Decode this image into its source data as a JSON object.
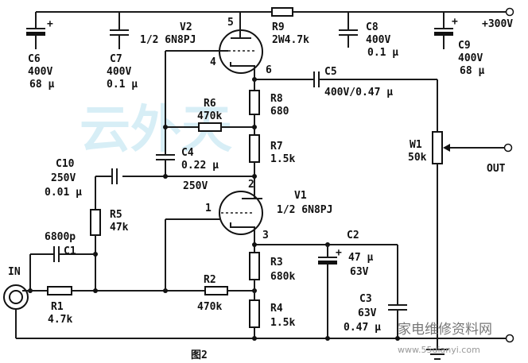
{
  "figure_caption": "图2",
  "watermark": {
    "main": "云外天",
    "corner": "家电维修资料网",
    "url": "www.55dianyi.com"
  },
  "supply": "+300V",
  "terminals": {
    "input": "IN",
    "output": "OUT"
  },
  "tubes": {
    "v2": {
      "ref": "V2",
      "type": "1/2 6N8PJ",
      "pins": {
        "plate": "5",
        "grid": "4",
        "cathode": "6"
      }
    },
    "v1": {
      "ref": "V1",
      "type": "1/2 6N8PJ",
      "pins": {
        "plate": "2",
        "grid": "1",
        "cathode": "3"
      }
    }
  },
  "resistors": {
    "r9": {
      "ref": "R9",
      "value": "2W4.7k"
    },
    "r8": {
      "ref": "R8",
      "value": "680"
    },
    "r7": {
      "ref": "R7",
      "value": "1.5k"
    },
    "r6": {
      "ref": "R6",
      "value": "470k"
    },
    "r5": {
      "ref": "R5",
      "value": "47k"
    },
    "r3": {
      "ref": "R3",
      "value": "680k"
    },
    "r4": {
      "ref": "R4",
      "value": "1.5k"
    },
    "r2": {
      "ref": "R2",
      "value": "470k"
    },
    "r1": {
      "ref": "R1",
      "value": "4.7k"
    },
    "w1": {
      "ref": "W1",
      "value": "50k"
    }
  },
  "capacitors": {
    "c6": {
      "ref": "C6",
      "voltage": "400V",
      "value": "68 μ"
    },
    "c7": {
      "ref": "C7",
      "voltage": "400V",
      "value": "0.1 μ"
    },
    "c8": {
      "ref": "C8",
      "voltage": "400V",
      "value": "0.1 μ"
    },
    "c9": {
      "ref": "C9",
      "voltage": "400V",
      "value": "68 μ"
    },
    "c5": {
      "ref": "C5",
      "value": "400V/0.47 μ"
    },
    "c4": {
      "ref": "C4",
      "value": "0.22 μ",
      "voltage": "250V"
    },
    "c10": {
      "ref": "C10",
      "voltage": "250V",
      "value": "0.01 μ"
    },
    "c1": {
      "ref": "C1",
      "value": "6800p"
    },
    "c2": {
      "ref": "C2",
      "value": "47 μ",
      "voltage": "63V"
    },
    "c3": {
      "ref": "C3",
      "voltage": "63V",
      "value": "0.47 μ"
    }
  }
}
